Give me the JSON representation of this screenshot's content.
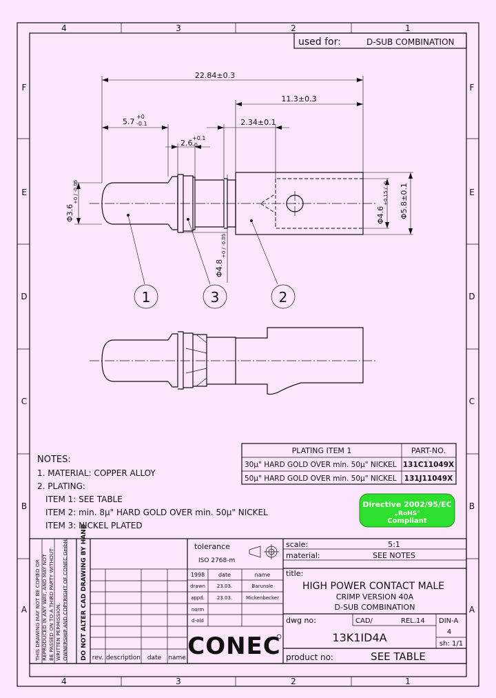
{
  "frame": {
    "columns": [
      "4",
      "3",
      "2",
      "1"
    ],
    "rows": [
      "F",
      "E",
      "D",
      "C",
      "B",
      "A"
    ]
  },
  "used_for": {
    "label": "used for:",
    "value": "D-SUB COMBINATION"
  },
  "dimensions": {
    "overall_length": "22.84±0.3",
    "socket_length": "11.3±0.3",
    "pin_length": "5.7",
    "pin_tol_upper": "+0",
    "pin_tol_lower": "-0.1",
    "collar_length": "2.6",
    "collar_tol_upper": "+0.1",
    "collar_tol_lower": "-0",
    "neck_length": "2.34±0.1",
    "pin_diameter": "Φ3.6",
    "pin_dia_tol": "+0 / -0.05",
    "collar_diameter": "Φ4.8",
    "collar_dia_tol": "+0 / -0.05",
    "bore_diameter": "Φ4.6",
    "bore_dia_tol": "+0.15 / -0",
    "socket_diameter": "Φ5.8±0.1"
  },
  "balloons": [
    "1",
    "3",
    "2"
  ],
  "plating_table": {
    "headers": [
      "PLATING ITEM 1",
      "PART-NO."
    ],
    "rows": [
      {
        "plating": "30µ\" HARD GOLD OVER min. 50µ\" NICKEL",
        "part_no": "131C11049X"
      },
      {
        "plating": "50µ\" HARD GOLD OVER min. 50µ\" NICKEL",
        "part_no": "131J11049X"
      }
    ]
  },
  "notes": {
    "title": "NOTES:",
    "lines": [
      "1. MATERIAL: COPPER ALLOY",
      "2. PLATING:",
      "ITEM 1: SEE TABLE",
      "ITEM 2: min.  8µ\" HARD GOLD OVER min. 50µ\" NICKEL",
      "ITEM 3: NICKEL PLATED"
    ]
  },
  "rohs": {
    "line1": "Directive 2002/95/EC",
    "line2": "„RoHS\"",
    "line3": "Compliant",
    "color": "#2ee02e"
  },
  "title_block": {
    "copyright_lines": [
      "THIS DRAWING MAY NOT BE COPIED OR",
      "REPRODUCED IN ANY WAY, AND MAY NOT",
      "BE PASSED ON TO A THIRD PARTY WITHOUT",
      "WRITTEN PERMISSION.",
      "OWNERSHIP AND COPYRIGHT OF CONEC GmbH"
    ],
    "do_not_alter": "DO NOT ALTER CAD DRAWING BY HAND",
    "tolerance_label": "tolerance",
    "tolerance_value": "ISO 2768-m",
    "scale_label": "scale:",
    "scale_value": "5:1",
    "material_label": "material:",
    "material_value": "SEE NOTES",
    "title_label": "title:",
    "title_main": "HIGH POWER CONTACT MALE",
    "title_sub1": "CRIMP VERSION  40A",
    "title_sub2": "D-SUB COMBINATION",
    "dwg_label": "dwg no:",
    "dwg_value": "13K1ID4A",
    "cad_label": "CAD/",
    "rel_label": "REL.14",
    "din_label": "DIN-A",
    "din_value": "4",
    "sheet": "sh: 1/1",
    "product_label": "product no:",
    "product_value": "SEE TABLE",
    "year": "1998",
    "date_header": "date",
    "name_header": "name",
    "drawn_label": "drawn",
    "drawn_date": "23.03.",
    "drawn_name": "Barunsle",
    "appd_label": "appd.",
    "appd_date": "23.03.",
    "appd_name": "Mickenbecker",
    "norm_label": "norm",
    "d_old_label": "d-old",
    "rev_label": "rev.",
    "desc_label": "description",
    "date_label": "date",
    "name_label": "name",
    "logo": "CONEC"
  }
}
